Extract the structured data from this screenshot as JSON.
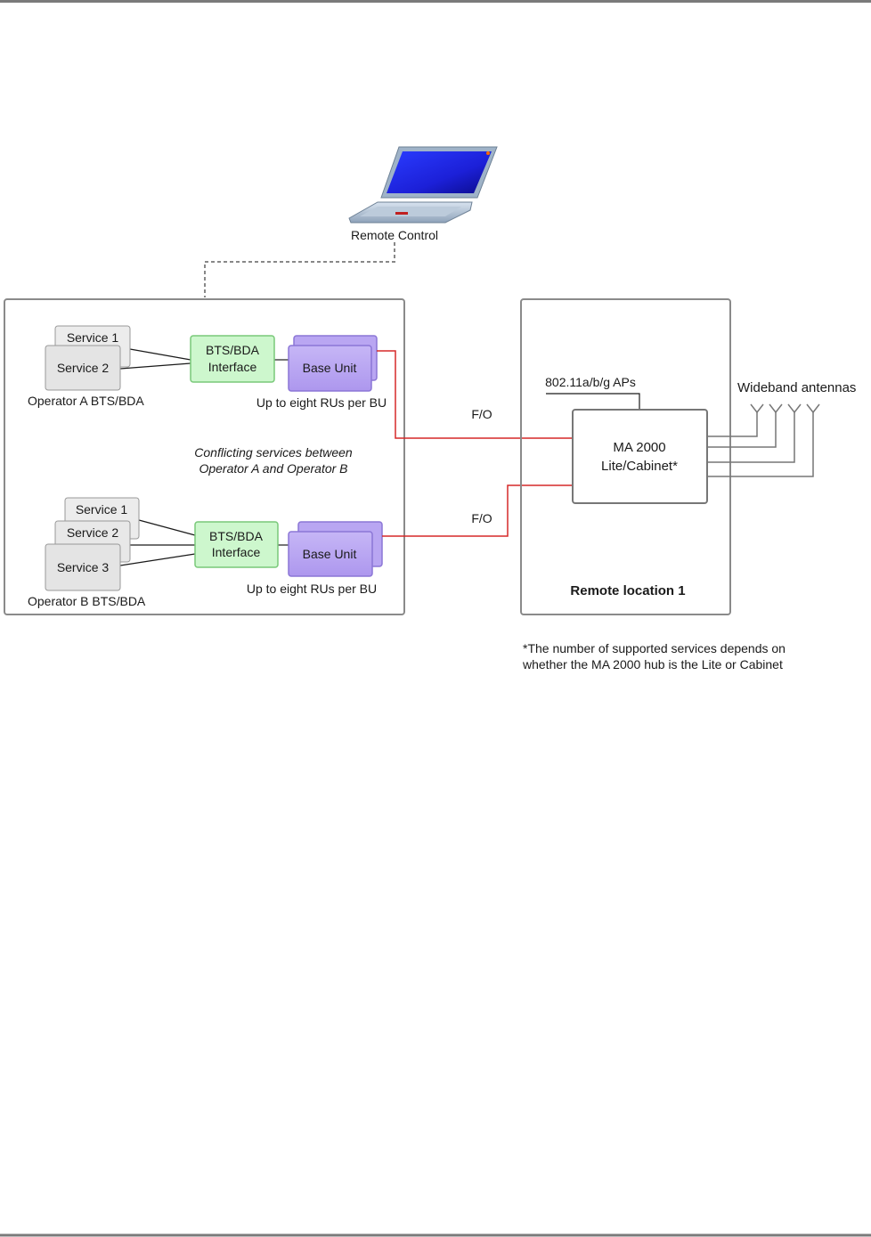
{
  "laptop": {
    "label": "Remote Control"
  },
  "operator_a": {
    "services": [
      "Service 1",
      "Service 2"
    ],
    "caption": "Operator A BTS/BDA",
    "interface_line1": "BTS/BDA",
    "interface_line2": "Interface",
    "base_unit": "Base Unit",
    "ru_note": "Up to eight RUs per BU"
  },
  "operator_b": {
    "services": [
      "Service 1",
      "Service 2",
      "Service 3"
    ],
    "caption": "Operator B BTS/BDA",
    "interface_line1": "BTS/BDA",
    "interface_line2": "Interface",
    "base_unit": "Base Unit",
    "ru_note": "Up to eight RUs per BU"
  },
  "conflict_note": {
    "line1": "Conflicting services between",
    "line2": "Operator A  and Operator B"
  },
  "fiber_labels": [
    "F/O",
    "F/O"
  ],
  "remote": {
    "hub_line1": "MA 2000",
    "hub_line2": "Lite/Cabinet*",
    "ap_label": "802.11a/b/g APs",
    "antennas_label": "Wideband antennas",
    "location_label": "Remote location 1"
  },
  "footnote": {
    "line1": "*The number of supported services depends on",
    "line2": "whether the MA 2000 hub is the Lite or Cabinet"
  },
  "colors": {
    "page_rule": "#7a7a7a",
    "container_border": "#8a8a8a",
    "service_fill": "#e6e6e6",
    "interface_fill": "#cdf7cd",
    "interface_border": "#79c979",
    "base_unit_fill": "#b9a6f2",
    "base_unit_border": "#8b76d6",
    "fiber_line": "#d62828"
  }
}
